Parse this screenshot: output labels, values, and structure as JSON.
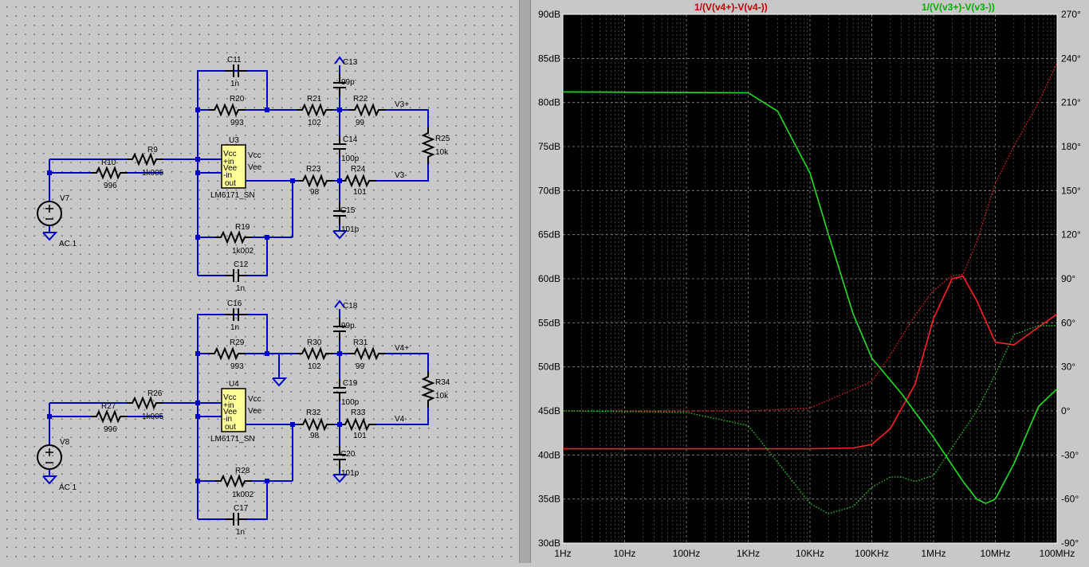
{
  "schematic": {
    "stages": [
      {
        "components": {
          "c_top": {
            "ref": "C11",
            "val": "1n"
          },
          "r_top": {
            "ref": "R20",
            "val": "993"
          },
          "r_mid_top": {
            "ref": "R21",
            "val": "102"
          },
          "r_out_top": {
            "ref": "R22",
            "val": "99"
          },
          "c_sup_top": {
            "ref": "C13",
            "val": "99p"
          },
          "c_mid": {
            "ref": "C14",
            "val": "100p"
          },
          "c_sup_bot": {
            "ref": "C15",
            "val": "101p"
          },
          "r_load": {
            "ref": "R25",
            "val": "10k"
          },
          "r_mid_bot": {
            "ref": "R23",
            "val": "98"
          },
          "r_out_bot": {
            "ref": "R24",
            "val": "101"
          },
          "r_in_a": {
            "ref": "R9",
            "val": "1k005"
          },
          "r_in_b": {
            "ref": "R10",
            "val": "996"
          },
          "r_bot": {
            "ref": "R19",
            "val": "1k002"
          },
          "c_bot": {
            "ref": "C12",
            "val": "1n"
          },
          "src": {
            "ref": "V7",
            "val": "AC 1"
          }
        },
        "opamp": {
          "ref": "U3",
          "model": "LM6171_SN",
          "pins": [
            "Vcc",
            "+in",
            "Vee",
            "-in",
            "out"
          ],
          "vcc": "Vcc",
          "vee": "Vee"
        },
        "nets": {
          "p": "V3+",
          "n": "V3-"
        }
      },
      {
        "components": {
          "c_top": {
            "ref": "C16",
            "val": "1n"
          },
          "r_top": {
            "ref": "R29",
            "val": "993"
          },
          "r_mid_top": {
            "ref": "R30",
            "val": "102"
          },
          "r_out_top": {
            "ref": "R31",
            "val": "99"
          },
          "c_sup_top": {
            "ref": "C18",
            "val": "99p"
          },
          "c_mid": {
            "ref": "C19",
            "val": "100p"
          },
          "c_sup_bot": {
            "ref": "C20",
            "val": "101p"
          },
          "r_load": {
            "ref": "R34",
            "val": "10k"
          },
          "r_mid_bot": {
            "ref": "R32",
            "val": "98"
          },
          "r_out_bot": {
            "ref": "R33",
            "val": "101"
          },
          "r_in_a": {
            "ref": "R26",
            "val": "1k005"
          },
          "r_in_b": {
            "ref": "R27",
            "val": "996"
          },
          "r_bot": {
            "ref": "R28",
            "val": "1k002"
          },
          "c_bot": {
            "ref": "C17",
            "val": "1n"
          },
          "src": {
            "ref": "V8",
            "val": "AC 1"
          }
        },
        "opamp": {
          "ref": "U4",
          "model": "LM6171_SN",
          "pins": [
            "Vcc",
            "+in",
            "Vee",
            "-in",
            "out"
          ],
          "vcc": "Vcc",
          "vee": "Vee"
        },
        "nets": {
          "p": "V4+",
          "n": "V4-"
        }
      }
    ]
  },
  "chart_data": {
    "type": "line",
    "title": "",
    "x_scale": "log",
    "xlim": [
      1,
      100000000
    ],
    "x_ticks": [
      "1Hz",
      "10Hz",
      "100Hz",
      "1KHz",
      "10KHz",
      "100KHz",
      "1MHz",
      "10MHz",
      "100MHz"
    ],
    "y_left": {
      "label": "",
      "range": [
        30,
        90
      ],
      "ticks": [
        "30dB",
        "35dB",
        "40dB",
        "45dB",
        "50dB",
        "55dB",
        "60dB",
        "65dB",
        "70dB",
        "75dB",
        "80dB",
        "85dB",
        "90dB"
      ]
    },
    "y_right": {
      "label": "",
      "range": [
        -90,
        270
      ],
      "ticks": [
        "-90°",
        "-60°",
        "-30°",
        "0°",
        "30°",
        "60°",
        "90°",
        "120°",
        "150°",
        "180°",
        "210°",
        "240°",
        "270°"
      ]
    },
    "grid": true,
    "background": "#000000",
    "series": [
      {
        "name": "1/(V(v4+)-V(v4-))",
        "color": "#ff2020",
        "magnitude_db": {
          "x": [
            1,
            1000,
            10000,
            50000,
            100000,
            200000,
            500000,
            1000000,
            2000000,
            3000000,
            5000000,
            10000000,
            20000000,
            50000000,
            100000000
          ],
          "y": [
            40.7,
            40.7,
            40.7,
            40.8,
            41.2,
            43,
            48,
            55.5,
            60,
            60.3,
            57.5,
            52.8,
            52.5,
            54.5,
            56
          ]
        },
        "phase_deg": {
          "x": [
            1,
            1000,
            10000,
            100000,
            200000,
            500000,
            1000000,
            2000000,
            3000000,
            5000000,
            10000000,
            20000000,
            50000000,
            100000000
          ],
          "y": [
            0,
            0,
            2,
            20,
            38,
            65,
            82,
            92,
            93,
            115,
            155,
            180,
            210,
            237
          ]
        }
      },
      {
        "name": "1/(V(v3+)-V(v3-))",
        "color": "#20e020",
        "magnitude_db": {
          "x": [
            1,
            1000,
            3000,
            10000,
            20000,
            50000,
            100000,
            300000,
            1000000,
            3000000,
            5000000,
            7000000,
            10000000,
            20000000,
            50000000,
            100000000
          ],
          "y": [
            81.2,
            81.1,
            79,
            72,
            65,
            56,
            51,
            47,
            42,
            37,
            35,
            34.5,
            35,
            39,
            45.5,
            47.5
          ]
        },
        "phase_deg": {
          "x": [
            1,
            100,
            1000,
            3000,
            10000,
            20000,
            50000,
            100000,
            200000,
            300000,
            500000,
            1000000,
            2000000,
            5000000,
            10000000,
            20000000,
            50000000,
            100000000
          ],
          "y": [
            0,
            -1,
            -10,
            -35,
            -63,
            -70,
            -65,
            -52,
            -45,
            -45,
            -48,
            -44,
            -25,
            0,
            25,
            52,
            58,
            58
          ]
        }
      }
    ]
  }
}
